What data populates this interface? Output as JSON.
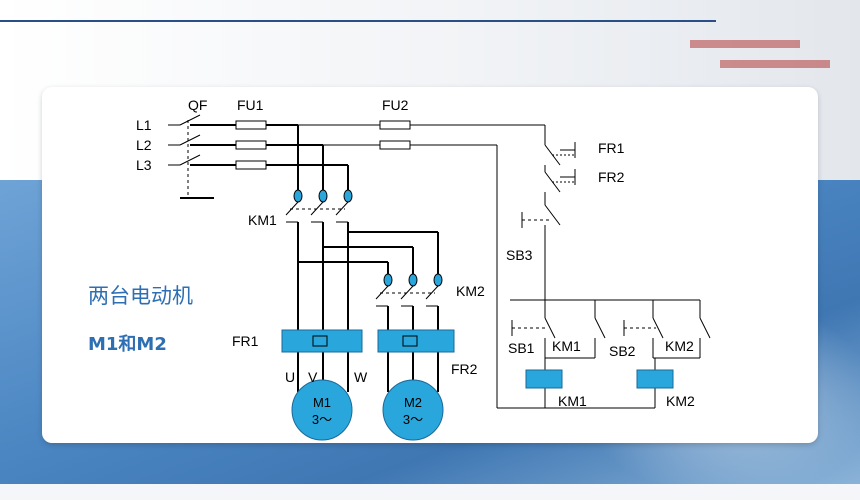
{
  "headline": "两台电动机",
  "subheadline": "M1和M2",
  "lines": [
    "L1",
    "L2",
    "L3"
  ],
  "labels": {
    "qf": "QF",
    "fu1": "FU1",
    "fu2": "FU2",
    "km1_main": "KM1",
    "km2_main": "KM2",
    "fr1_relay": "FR1",
    "fr2_relay": "FR2",
    "fr1_contact": "FR1",
    "fr2_contact": "FR2",
    "sb3": "SB3",
    "sb1": "SB1",
    "sb2": "SB2",
    "km1_aux": "KM1",
    "km2_aux": "KM2",
    "km1_coil": "KM1",
    "km2_coil": "KM2",
    "u": "U",
    "v": "V",
    "w": "W"
  },
  "motors": [
    {
      "name": "M1",
      "spec": "3～"
    },
    {
      "name": "M2",
      "spec": "3～"
    }
  ],
  "colors": {
    "wire": "#000000",
    "component_fill": "#29a6dc",
    "text_blue": "#2e6fb3",
    "contact": "#1a1a1a"
  }
}
